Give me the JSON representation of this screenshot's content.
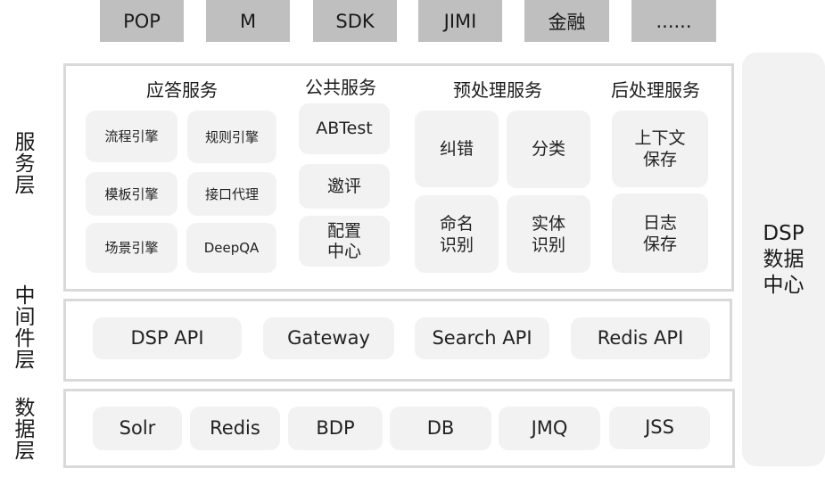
{
  "clients": [
    "POP",
    "M",
    "SDK",
    "JIMI",
    "金融",
    "......"
  ],
  "layers": {
    "service": "服务层",
    "middleware": "中间件层",
    "data": "数据层"
  },
  "service_layer": {
    "response": {
      "title": "应答服务",
      "items": [
        "流程引擎",
        "规则引擎",
        "模板引擎",
        "接口代理",
        "场景引擎",
        "DeepQA"
      ]
    },
    "public": {
      "title": "公共服务",
      "items": [
        "ABTest",
        "邀评",
        "配置\n中心"
      ]
    },
    "preprocess": {
      "title": "预处理服务",
      "items": [
        "纠错",
        "分类",
        "命名\n识别",
        "实体\n识别"
      ]
    },
    "postprocess": {
      "title": "后处理服务",
      "items": [
        "上下文\n保存",
        "日志\n保存"
      ]
    }
  },
  "middleware_layer": {
    "items": [
      "DSP API",
      "Gateway",
      "Search API",
      "Redis API"
    ]
  },
  "data_layer": {
    "items": [
      "Solr",
      "Redis",
      "BDP",
      "DB",
      "JMQ",
      "JSS"
    ]
  },
  "data_center": {
    "label": "DSP\n数据\n中心"
  },
  "colors": {
    "client_box": "#bfbfbf",
    "card": "#f2f2f2",
    "frame_border": "#d9d9d9",
    "text": "#1a1a1a"
  }
}
